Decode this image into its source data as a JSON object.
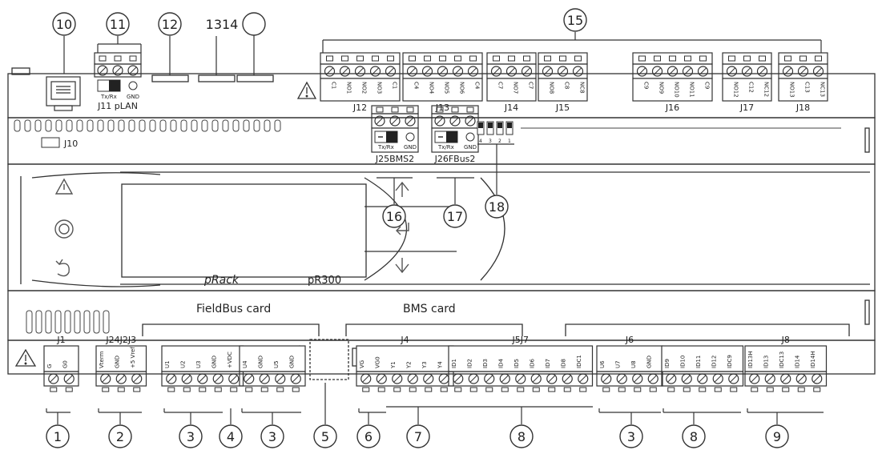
{
  "device": {
    "brand": "pRack",
    "model": "pR300",
    "fieldbus_card": "FieldBus card",
    "bms_card": "BMS card"
  },
  "callouts": [
    "1",
    "2",
    "3",
    "4",
    "3",
    "5",
    "6",
    "7",
    "8",
    "3",
    "8",
    "9",
    "10",
    "11",
    "12",
    "1314",
    "15",
    "16",
    "17",
    "18"
  ],
  "top_connectors": [
    {
      "label": "J12",
      "pins": [
        "C1",
        "NO1",
        "NO2",
        "NO3",
        "C1"
      ]
    },
    {
      "label": "J13",
      "pins": [
        "C4",
        "NO4",
        "NO5",
        "NO6",
        "C4"
      ]
    },
    {
      "label": "J14",
      "pins": [
        "C7",
        "NO7",
        "C7"
      ]
    },
    {
      "label": "J15",
      "pins": [
        "NO8",
        "C8",
        "NC8"
      ]
    },
    {
      "label": "J16",
      "pins": [
        "C9",
        "NO9",
        "NO10",
        "NO11",
        "C9"
      ]
    },
    {
      "label": "J17",
      "pins": [
        "NO12",
        "C12",
        "NC12"
      ]
    },
    {
      "label": "J18",
      "pins": [
        "NO13",
        "C13",
        "NC13"
      ]
    }
  ],
  "plan_connector": {
    "label": "J11 pLAN",
    "pins": [
      "Tx/Rx",
      "GND"
    ]
  },
  "j10_label": "J10",
  "bms2": {
    "label": "J25BMS2",
    "pins": [
      "Tx/Rx",
      "GND"
    ]
  },
  "fbus2": {
    "label": "J26FBus2",
    "pins": [
      "Tx/Rx",
      "GND"
    ]
  },
  "dip_labels": [
    "4",
    "3",
    "2",
    "1"
  ],
  "bottom_connectors": [
    {
      "label": "J1",
      "pins": [
        "G",
        "G0"
      ]
    },
    {
      "label": "J24J2J3",
      "pins": [
        "Vterm",
        "GND",
        "+5 Vref"
      ]
    },
    {
      "label": "",
      "pins": [
        "U1",
        "U2",
        "U3",
        "GND",
        "+VDC"
      ]
    },
    {
      "label": "",
      "pins": [
        "U4",
        "GND",
        "U5",
        "GND"
      ]
    },
    {
      "label": "J4",
      "pins": [
        "VG",
        "VG0",
        "Y1",
        "Y2",
        "Y3",
        "Y4"
      ]
    },
    {
      "label": "J5J7",
      "pins": [
        "ID1",
        "ID2",
        "ID3",
        "ID4",
        "ID5",
        "ID6",
        "ID7",
        "ID8",
        "IDC1"
      ]
    },
    {
      "label": "J6",
      "pins": [
        "U6",
        "U7",
        "U8",
        "GND"
      ]
    },
    {
      "label": "",
      "pins": [
        "ID9",
        "ID10",
        "ID11",
        "ID12",
        "IDC9"
      ]
    },
    {
      "label": "J8",
      "pins": [
        "ID13H",
        "ID13",
        "IDC13",
        "ID14",
        "ID14H"
      ]
    }
  ]
}
